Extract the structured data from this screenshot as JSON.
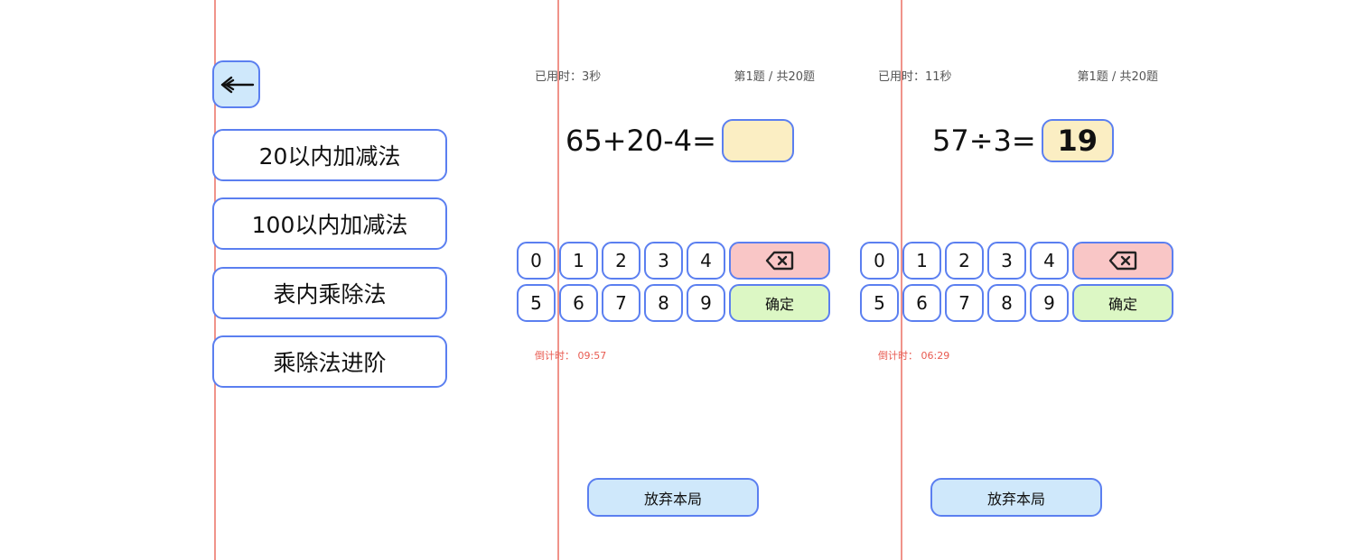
{
  "menu": {
    "back_icon": "back-arrow-icon",
    "items": [
      {
        "label": "20以内加减法"
      },
      {
        "label": "100以内加减法"
      },
      {
        "label": "表内乘除法"
      },
      {
        "label": "乘除法进阶"
      }
    ]
  },
  "quiz_a": {
    "elapsed": "已用时：3秒",
    "progress": "第1题 / 共20题",
    "question": "65+20-4=",
    "answer": "",
    "keys_row1": [
      "0",
      "1",
      "2",
      "3",
      "4"
    ],
    "keys_row2": [
      "5",
      "6",
      "7",
      "8",
      "9"
    ],
    "backspace_icon": "backspace-icon",
    "confirm_label": "确定",
    "countdown": "倒计时：  09:57",
    "quit_label": "放弃本局"
  },
  "quiz_b": {
    "elapsed": "已用时：11秒",
    "progress": "第1题 / 共20题",
    "question": "57÷3=",
    "answer": "19",
    "keys_row1": [
      "0",
      "1",
      "2",
      "3",
      "4"
    ],
    "keys_row2": [
      "5",
      "6",
      "7",
      "8",
      "9"
    ],
    "backspace_icon": "backspace-icon",
    "confirm_label": "确定",
    "countdown": "倒计时：  06:29",
    "quit_label": "放弃本局"
  },
  "colors": {
    "border": "#5b7ff0",
    "margin_line": "#f0938a",
    "ruled_line": "#a9cfe6",
    "countdown_text": "#e85a50"
  }
}
